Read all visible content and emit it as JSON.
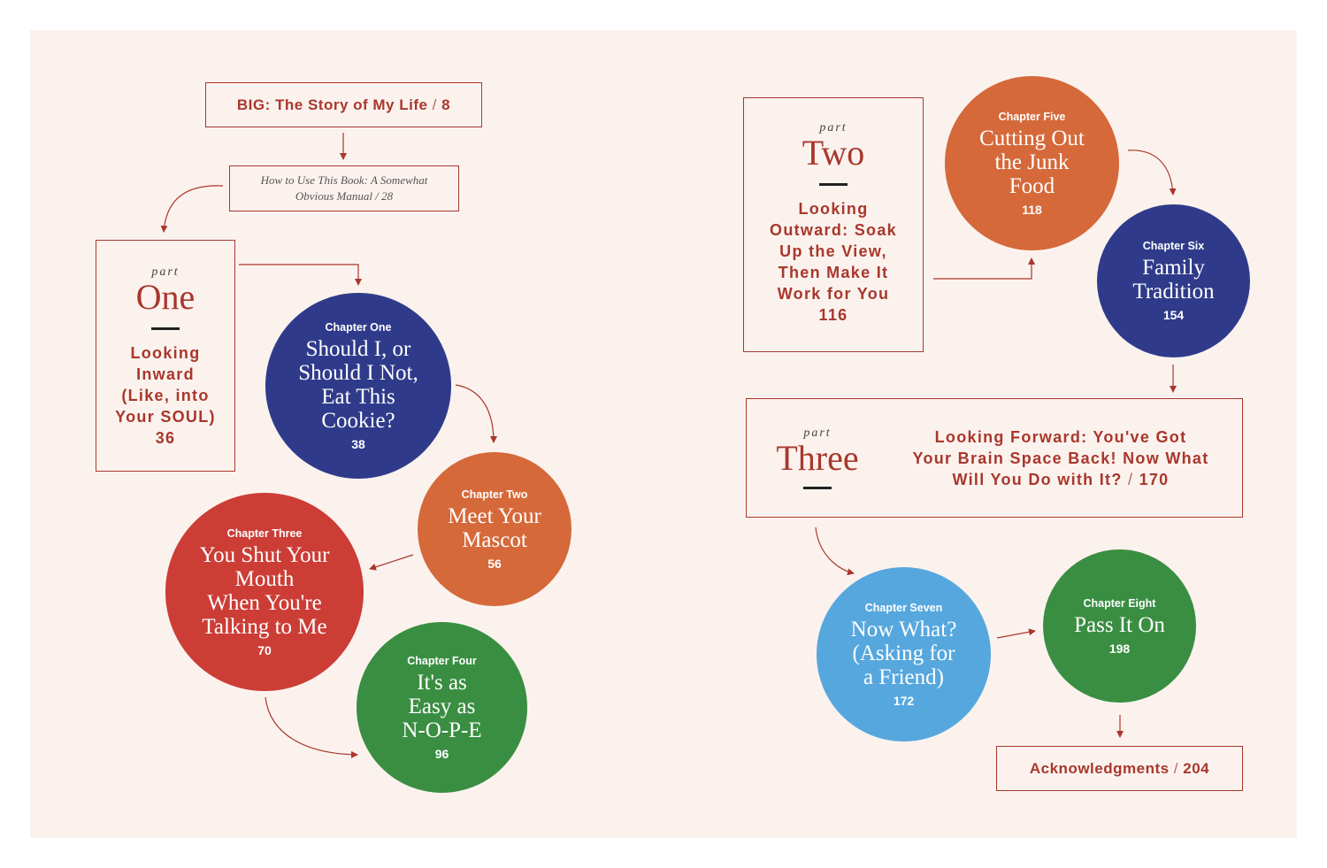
{
  "intro": {
    "title": "BIG: The Story of My Life",
    "page": "8"
  },
  "how_to": {
    "title": "How to Use This Book: A Somewhat",
    "title2": "Obvious Manual",
    "page": "28"
  },
  "parts": [
    {
      "label": "part",
      "name": "One",
      "desc": "Looking\nInward\n(Like, into\nYour SOUL)",
      "page": "36"
    },
    {
      "label": "part",
      "name": "Two",
      "desc": "Looking\nOutward: Soak\nUp the View,\nThen Make It\nWork for You",
      "page": "116"
    },
    {
      "label": "part",
      "name": "Three",
      "desc1": "Looking Forward: You've Got",
      "desc2": "Your Brain Space Back! Now What",
      "desc3": "Will You Do with It?",
      "page": "170"
    }
  ],
  "chapters": [
    {
      "label": "Chapter One",
      "title": "Should I, or\nShould I Not,\nEat This\nCookie?",
      "page": "38",
      "color": "#2f3b8a"
    },
    {
      "label": "Chapter Two",
      "title": "Meet Your\nMascot",
      "page": "56",
      "color": "#d5693a"
    },
    {
      "label": "Chapter Three",
      "title": "You Shut Your\nMouth\nWhen You're\nTalking to Me",
      "page": "70",
      "color": "#cc3d36"
    },
    {
      "label": "Chapter Four",
      "title": "It's as\nEasy as\nN-O-P-E",
      "page": "96",
      "color": "#3a8e42"
    },
    {
      "label": "Chapter Five",
      "title": "Cutting Out\nthe Junk\nFood",
      "page": "118",
      "color": "#d5693a"
    },
    {
      "label": "Chapter Six",
      "title": "Family\nTradition",
      "page": "154",
      "color": "#2f3b8a"
    },
    {
      "label": "Chapter Seven",
      "title": "Now What?\n(Asking for\na Friend)",
      "page": "172",
      "color": "#56a7de"
    },
    {
      "label": "Chapter Eight",
      "title": "Pass It On",
      "page": "198",
      "color": "#3a8e42"
    }
  ],
  "outro": {
    "title": "Acknowledgments",
    "page": "204"
  },
  "colors": {
    "accent": "#a9372c",
    "background": "#fbf2ee"
  }
}
